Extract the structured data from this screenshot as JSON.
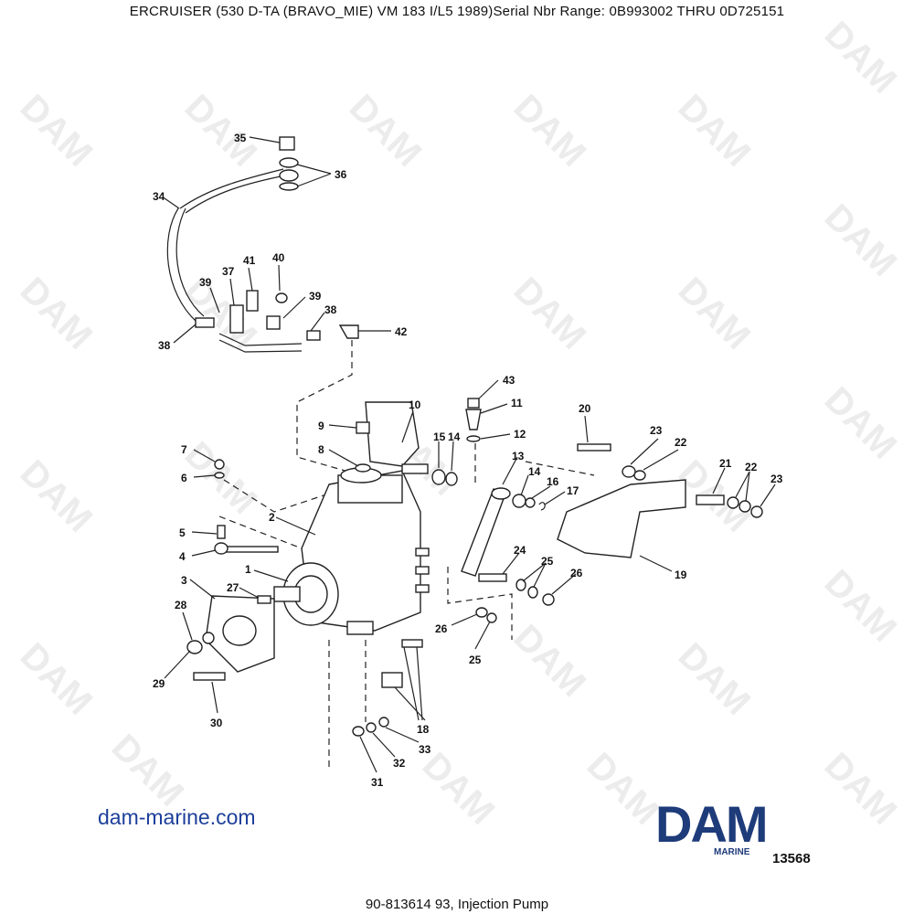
{
  "header": {
    "title": "ERCRUISER (530 D-TA (BRAVO_MIE)     VM 183 I/L5  1989)Serial Nbr Range: 0B993002 THRU 0D725151"
  },
  "watermark": {
    "text": "DAM"
  },
  "callouts": {
    "c1": "1",
    "c2": "2",
    "c3": "3",
    "c4": "4",
    "c5": "5",
    "c6": "6",
    "c7": "7",
    "c8": "8",
    "c9": "9",
    "c10": "10",
    "c11": "11",
    "c12": "12",
    "c13": "13",
    "c14a": "14",
    "c14b": "14",
    "c15": "15",
    "c16": "16",
    "c17": "17",
    "c18": "18",
    "c19": "19",
    "c20": "20",
    "c21": "21",
    "c22a": "22",
    "c22b": "22",
    "c23a": "23",
    "c23b": "23",
    "c24": "24",
    "c25a": "25",
    "c25b": "25",
    "c26a": "26",
    "c26b": "26",
    "c27": "27",
    "c28": "28",
    "c29": "29",
    "c30": "30",
    "c31": "31",
    "c32": "32",
    "c33": "33",
    "c34": "34",
    "c35": "35",
    "c36": "36",
    "c37": "37",
    "c38a": "38",
    "c38b": "38",
    "c39a": "39",
    "c39b": "39",
    "c40": "40",
    "c41": "41",
    "c42": "42",
    "c43": "43"
  },
  "footer": {
    "site_link": "dam-marine.com",
    "brand": "DAM",
    "brand_sub": "MARINE",
    "figure_number": "13568",
    "caption": "90-813614 93, Injection Pump"
  },
  "colors": {
    "brand_blue": "#1e3b7a",
    "link_blue": "#1d3f9a",
    "watermark": "#ececec"
  }
}
